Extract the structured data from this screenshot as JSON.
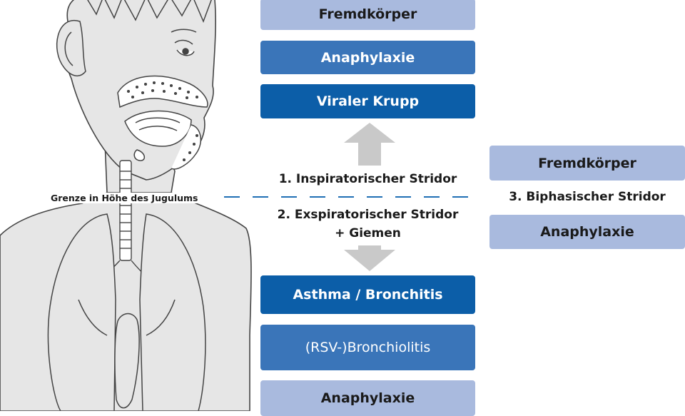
{
  "boundary": {
    "label": "Grenze in Höhe des Jugulums",
    "line_color": "#1f6fb5"
  },
  "inspiratory": {
    "label": "1. Inspiratorischer Stridor",
    "causes": [
      "Fremdkörper",
      "Anaphylaxie",
      "Viraler Krupp"
    ]
  },
  "expiratory": {
    "label_line1": "2. Exspiratorischer Stridor",
    "label_line2": "+ Giemen",
    "causes": [
      "Asthma / Bronchitis",
      "(RSV-)Bronchiolitis",
      "Anaphylaxie"
    ]
  },
  "biphasic": {
    "label": "3. Biphasischer Stridor",
    "causes": [
      "Fremdkörper",
      "Anaphylaxie"
    ]
  },
  "colors": {
    "light_box": "#a9bade",
    "mid_box": "#3a75b9",
    "dark_box": "#0c5ea8",
    "arrow": "#c9c9c9",
    "outline": "#444444"
  }
}
